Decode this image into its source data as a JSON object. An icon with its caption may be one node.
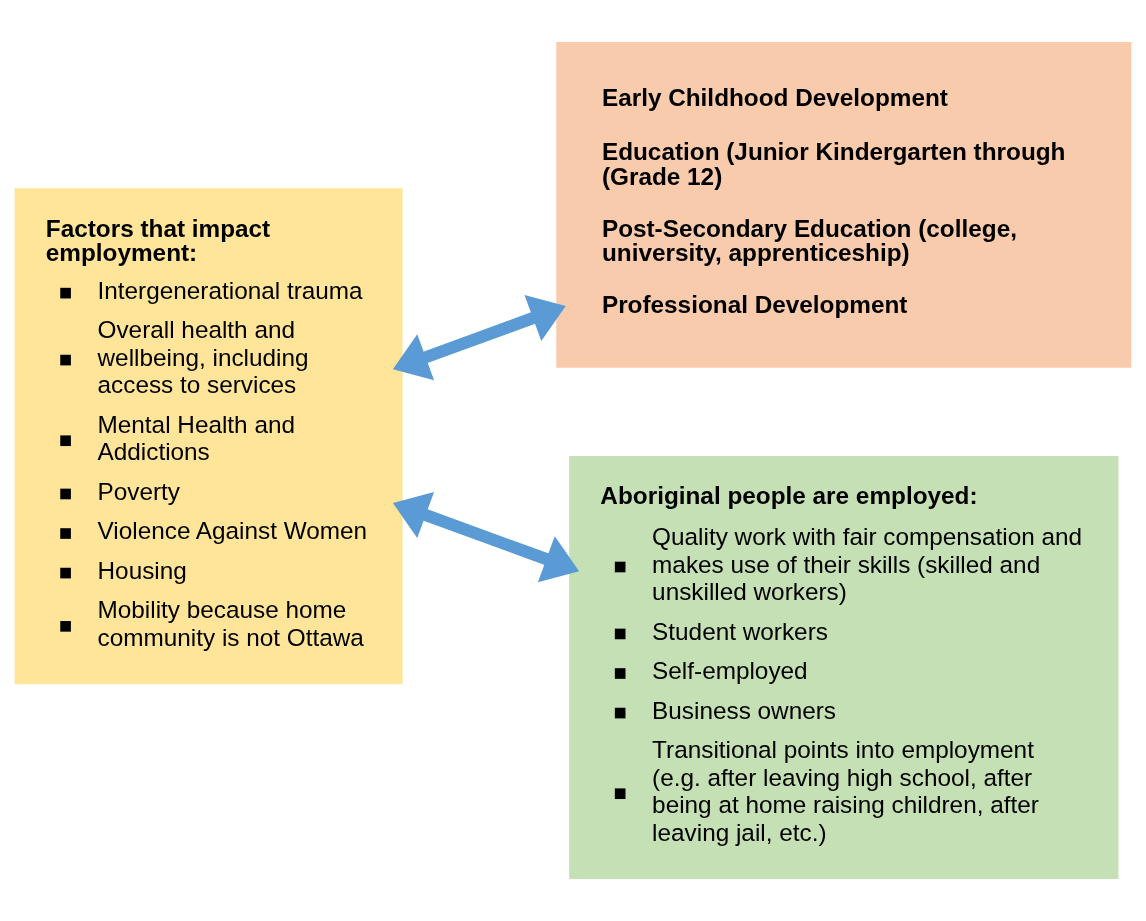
{
  "diagram": {
    "nodes": [
      {
        "text": [
          "Factors that impact employment:",
          "Intergenerational trauma",
          "Overall health and wellbeing, including access to services",
          "Mental Health and Addictions",
          "Poverty",
          "Violence Against Women",
          "Housing",
          "Mobility because home community is not Ottawa"
        ]
      },
      {
        "text": [
          "Early Childhood Development",
          "Education (Junior Kindergarten through (Grade 12)",
          "Post-Secondary Education (college, university, apprenticeship)",
          "Professional Development"
        ]
      },
      {
        "text": [
          "Aboriginal people are employed:",
          "Quality work with fair compensation and makes use of their skills (skilled and unskilled workers)",
          "Student workers",
          "Self-employed",
          "Business owners",
          "Transitional points into employment (e.g. after leaving high school, after being at home raising children, after leaving jail, etc.)"
        ]
      }
    ],
    "edges": [
      {
        "from": 0,
        "to": 1,
        "arrow": "both"
      },
      {
        "from": 0,
        "to": 2,
        "arrow": "both"
      }
    ]
  }
}
